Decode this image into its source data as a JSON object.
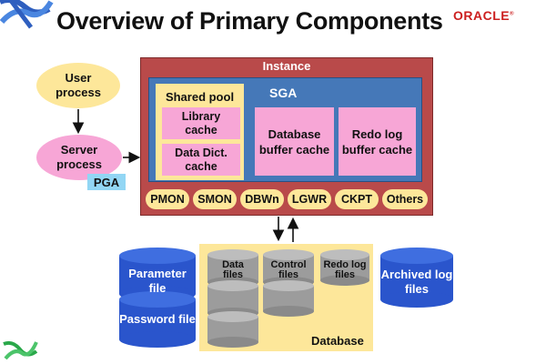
{
  "header": {
    "title": "Overview of Primary Components",
    "brand": "ORACLE"
  },
  "client": {
    "user_process": "User process",
    "server_process": "Server process",
    "pga": "PGA"
  },
  "instance": {
    "label": "Instance",
    "sga": {
      "label": "SGA",
      "shared_pool": {
        "label": "Shared pool",
        "library_cache": "Library cache",
        "data_dict_cache": "Data Dict. cache"
      },
      "database_buffer_cache": "Database buffer cache",
      "redo_log_buffer_cache": "Redo log buffer cache"
    },
    "background_processes": [
      "PMON",
      "SMON",
      "DBWn",
      "LGWR",
      "CKPT",
      "Others"
    ]
  },
  "database": {
    "label": "Database",
    "data_files": "Data files",
    "control_files": "Control files",
    "redo_log_files": "Redo log files"
  },
  "external_files": {
    "parameter_file": "Parameter file",
    "password_file": "Password file",
    "archived_log_files": "Archived log files"
  },
  "colors": {
    "yellow": "#fde79a",
    "pink": "#f7a6d6",
    "instance_red": "#b94a4a",
    "sga_blue": "#4578b8",
    "pga_cyan": "#92d6f4",
    "file_blue": "#2a55cc",
    "file_gray": "#9c9c9c",
    "oracle_red": "#cc1f1f"
  },
  "icons": {
    "top_left_logo": "blue-x-logo-icon",
    "bottom_left_logo": "green-logo-icon"
  }
}
